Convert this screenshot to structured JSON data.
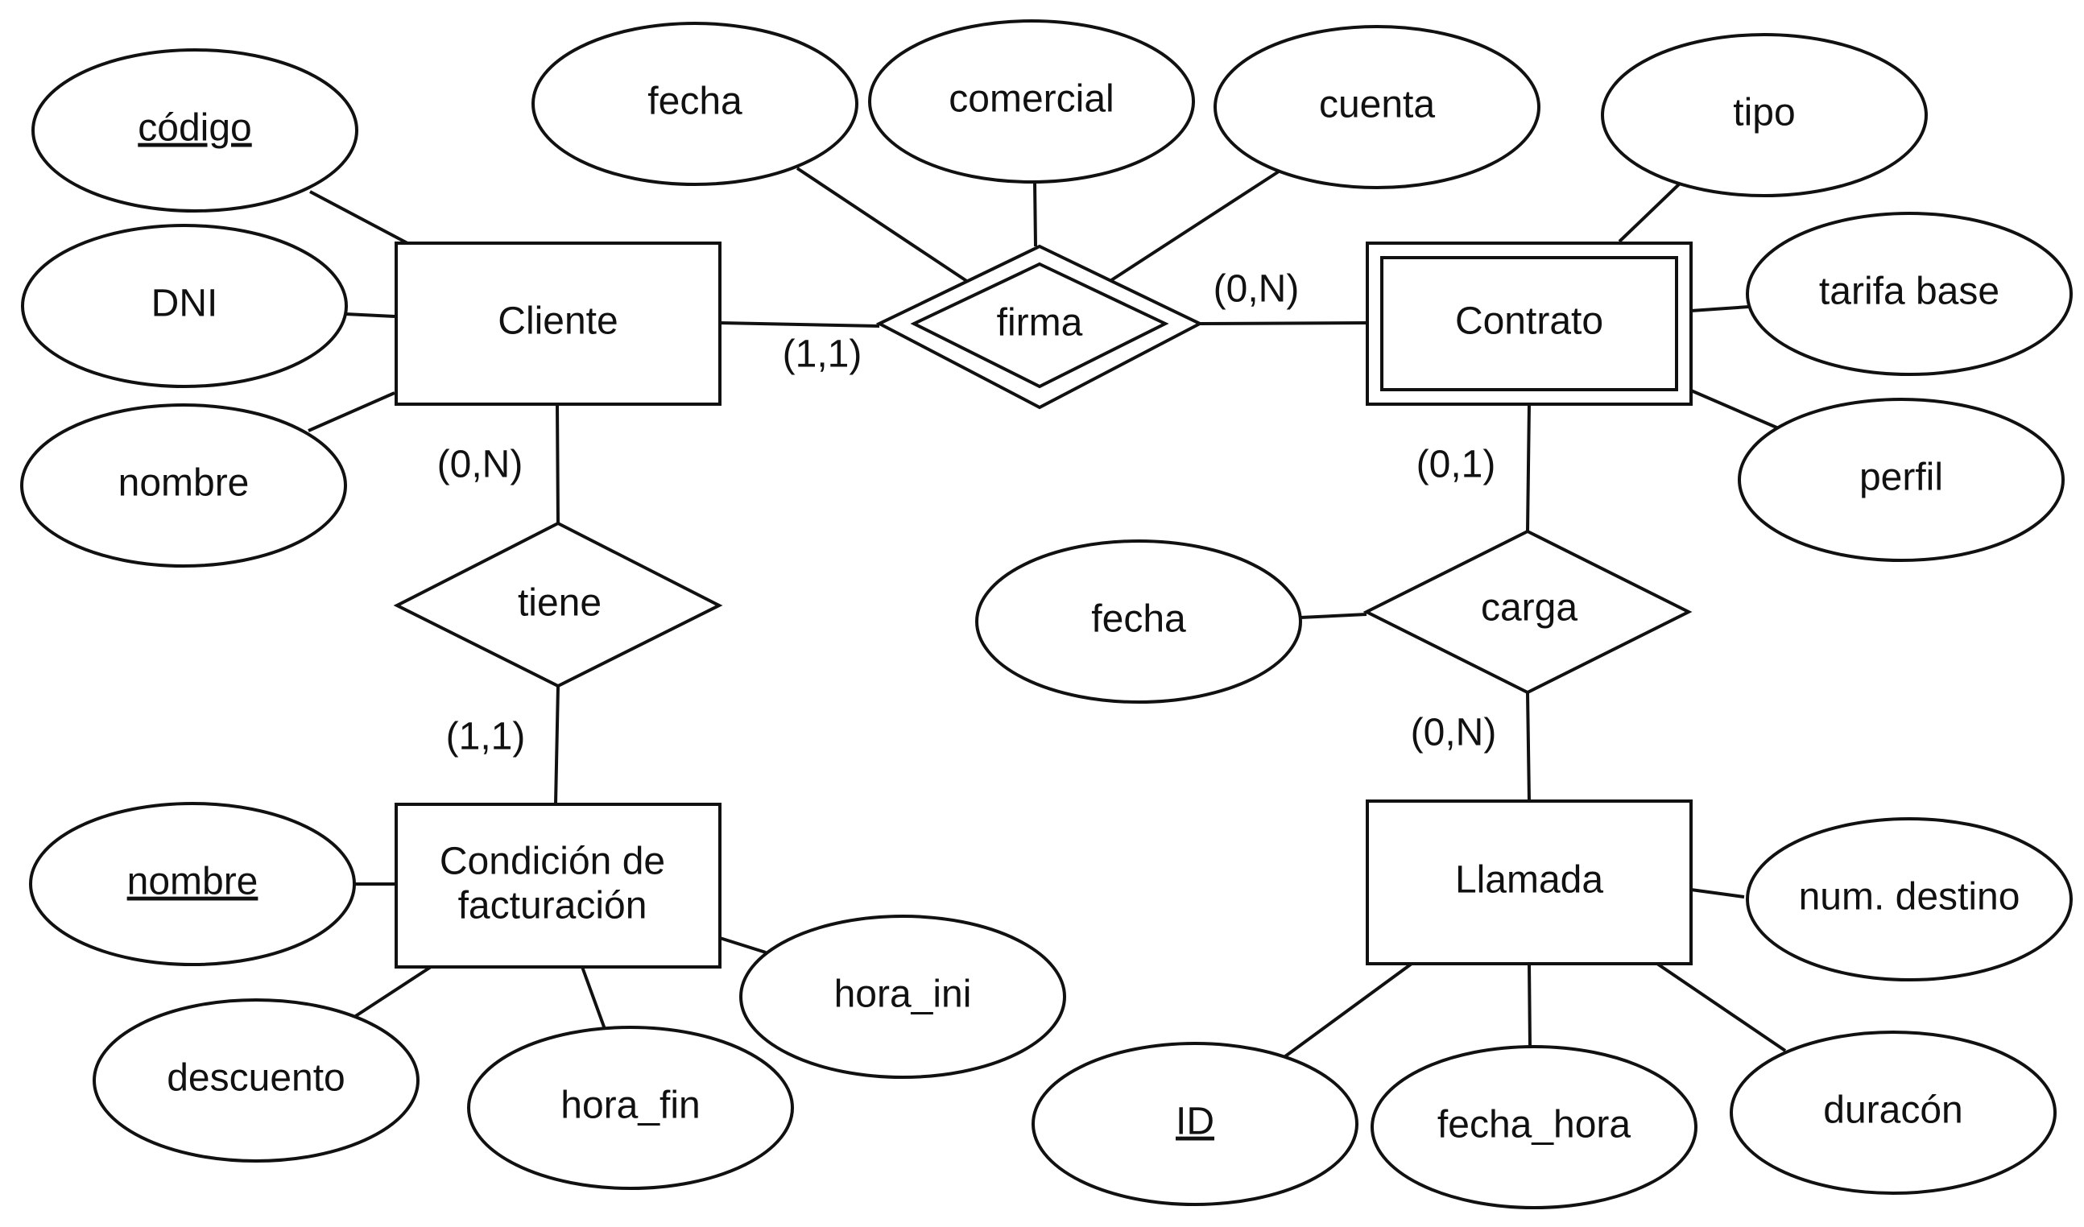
{
  "entities": {
    "cliente": "Cliente",
    "contrato": "Contrato",
    "condicion_line1": "Condición de",
    "condicion_line2": "facturación",
    "llamada": "Llamada"
  },
  "relationships": {
    "firma": "firma",
    "tiene": "tiene",
    "carga": "carga"
  },
  "attributes": {
    "codigo": "código",
    "dni": "DNI",
    "nombre_cliente": "nombre",
    "fecha_firma": "fecha",
    "comercial": "comercial",
    "cuenta": "cuenta",
    "tipo": "tipo",
    "tarifa_base": "tarifa base",
    "perfil": "perfil",
    "fecha_carga": "fecha",
    "nombre_condicion": "nombre",
    "descuento": "descuento",
    "hora_fin": "hora_fin",
    "hora_ini": "hora_ini",
    "num_destino": "num. destino",
    "id": "ID",
    "fecha_hora": "fecha_hora",
    "duracion": "duracón"
  },
  "cardinalities": {
    "cliente_firma": "(1,1)",
    "firma_contrato": "(0,N)",
    "cliente_tiene": "(0,N)",
    "tiene_condicion": "(1,1)",
    "contrato_carga": "(0,1)",
    "carga_llamada": "(0,N)"
  },
  "colors": {
    "stroke": "#111111",
    "fill": "#ffffff"
  }
}
